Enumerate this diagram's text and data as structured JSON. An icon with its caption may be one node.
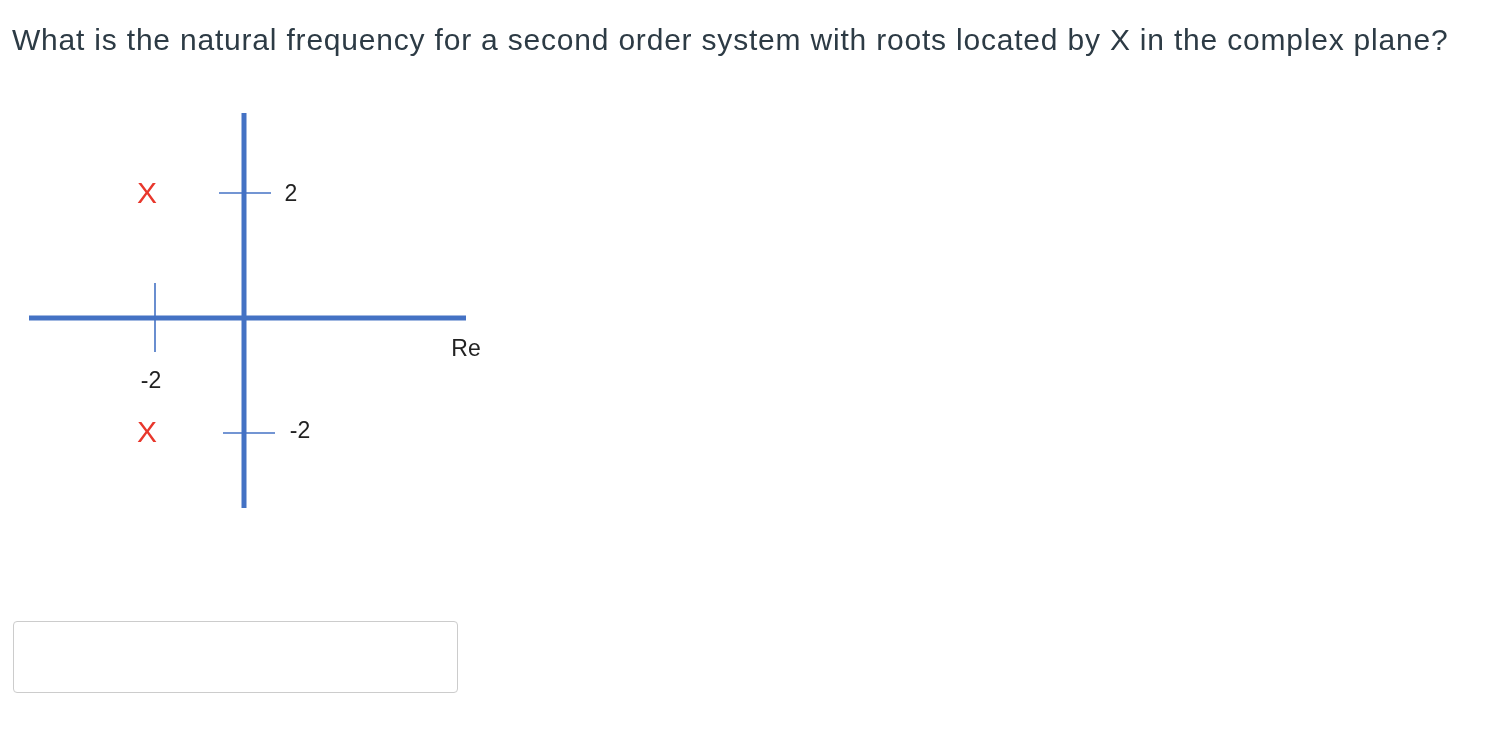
{
  "diagram": {
    "title": "What is the natural frequency for a second order system with roots located by X in the complex plane?",
    "labels": [
      "X",
      "2",
      "Re",
      "-2",
      "X",
      "-2"
    ]
  }
}
